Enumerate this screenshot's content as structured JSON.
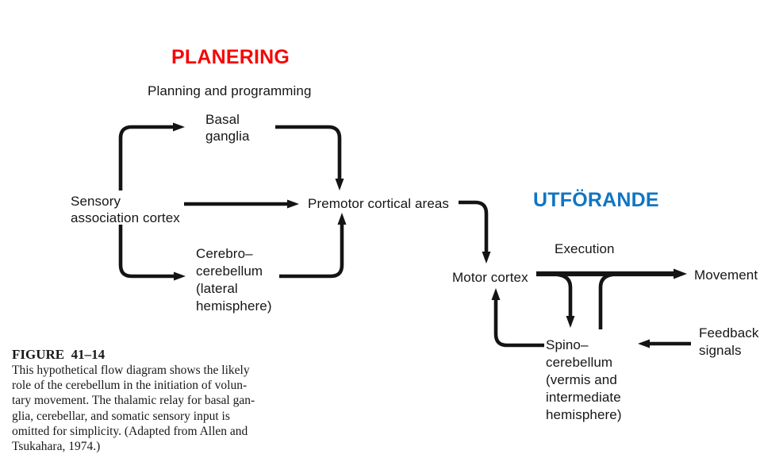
{
  "headings": {
    "planning_sv": {
      "text": "PLANERING",
      "color": "#f50707"
    },
    "execution_sv": {
      "text": "UTFÖRANDE",
      "color": "#1175c2"
    }
  },
  "diagram": {
    "phase_labels": {
      "planning": "Planning and programming",
      "execution": "Execution"
    },
    "nodes": {
      "sensory": {
        "lines": [
          "Sensory",
          "association cortex"
        ]
      },
      "basal": {
        "lines": [
          "Basal",
          "ganglia"
        ]
      },
      "premotor": {
        "lines": [
          "Premotor cortical areas"
        ]
      },
      "cerebro": {
        "lines": [
          "Cerebro–",
          "cerebellum",
          "(lateral",
          "hemisphere)"
        ]
      },
      "motor": {
        "lines": [
          "Motor cortex"
        ]
      },
      "movement": {
        "lines": [
          "Movement"
        ]
      },
      "spino": {
        "lines": [
          "Spino–",
          "cerebellum",
          "(vermis and",
          "intermediate",
          "hemisphere)"
        ]
      },
      "feedback": {
        "lines": [
          "Feedback",
          "signals"
        ]
      }
    },
    "edges": [
      {
        "from": "Sensory association cortex",
        "to": "Basal ganglia"
      },
      {
        "from": "Sensory association cortex",
        "to": "Premotor cortical areas"
      },
      {
        "from": "Sensory association cortex",
        "to": "Cerebro-cerebellum (lateral hemisphere)"
      },
      {
        "from": "Basal ganglia",
        "to": "Premotor cortical areas"
      },
      {
        "from": "Cerebro-cerebellum (lateral hemisphere)",
        "to": "Premotor cortical areas"
      },
      {
        "from": "Premotor cortical areas",
        "to": "Motor cortex"
      },
      {
        "from": "Motor cortex",
        "to": "Movement"
      },
      {
        "from": "Motor cortex",
        "to": "Spino-cerebellum (vermis and intermediate hemisphere)"
      },
      {
        "from": "Spino-cerebellum (vermis and intermediate hemisphere)",
        "to": "Motor cortex"
      },
      {
        "from": "Feedback signals",
        "to": "Spino-cerebellum (vermis and intermediate hemisphere)"
      }
    ],
    "line_color": "#141414"
  },
  "caption": {
    "figure_label": "FIGURE  41–14",
    "lines": [
      "This hypothetical flow diagram shows the likely",
      "role of the cerebellum in the initiation of volun-",
      "tary movement. The thalamic relay for basal gan-",
      "glia, cerebellar, and somatic sensory input is",
      "omitted for simplicity. (Adapted from Allen and",
      "Tsukahara, 1974.)"
    ]
  }
}
